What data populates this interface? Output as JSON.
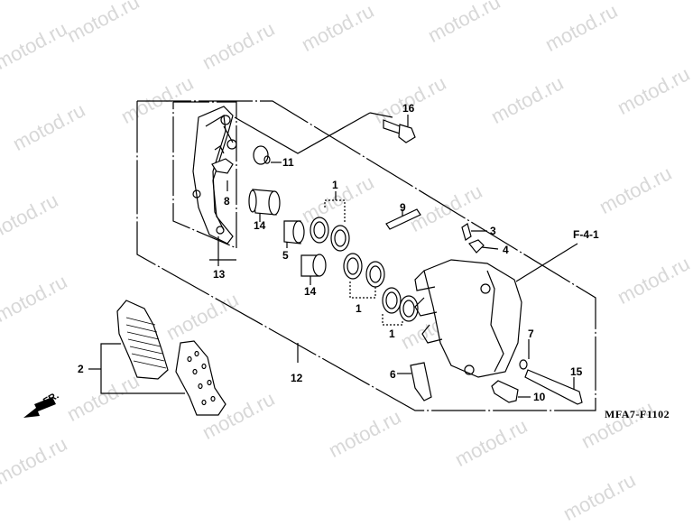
{
  "diagram": {
    "type": "exploded-parts-diagram",
    "subject": "front brake caliper",
    "watermark": "motod.ru",
    "figure_code": "MFA7-F1102",
    "reference": "F-4-1",
    "direction_label": "FR."
  },
  "callouts": [
    {
      "id": "c1a",
      "label": "1",
      "part": "piston seal set (upper)"
    },
    {
      "id": "c1b",
      "label": "1",
      "part": "piston seal set (middle)"
    },
    {
      "id": "c1c",
      "label": "1",
      "part": "piston seal set (lower)"
    },
    {
      "id": "c2",
      "label": "2",
      "part": "brake pad set"
    },
    {
      "id": "c3",
      "label": "3",
      "part": "bleeder screw"
    },
    {
      "id": "c4",
      "label": "4",
      "part": "bleeder cap / bracket"
    },
    {
      "id": "c5",
      "label": "5",
      "part": "piston"
    },
    {
      "id": "c6",
      "label": "6",
      "part": "pad spring"
    },
    {
      "id": "c7",
      "label": "7",
      "part": "o-ring"
    },
    {
      "id": "c8",
      "label": "8",
      "part": "retainer clip"
    },
    {
      "id": "c9",
      "label": "9",
      "part": "pad pin"
    },
    {
      "id": "c10",
      "label": "10",
      "part": "boot / sleeve"
    },
    {
      "id": "c11",
      "label": "11",
      "part": "boot"
    },
    {
      "id": "c12",
      "label": "12",
      "part": "caliper assembly"
    },
    {
      "id": "c13",
      "label": "13",
      "part": "caliper bracket"
    },
    {
      "id": "c14a",
      "label": "14",
      "part": "piston (upper)"
    },
    {
      "id": "c14b",
      "label": "14",
      "part": "piston (lower)"
    },
    {
      "id": "c15",
      "label": "15",
      "part": "slide pin bolt"
    },
    {
      "id": "c16",
      "label": "16",
      "part": "mounting bolt"
    }
  ]
}
